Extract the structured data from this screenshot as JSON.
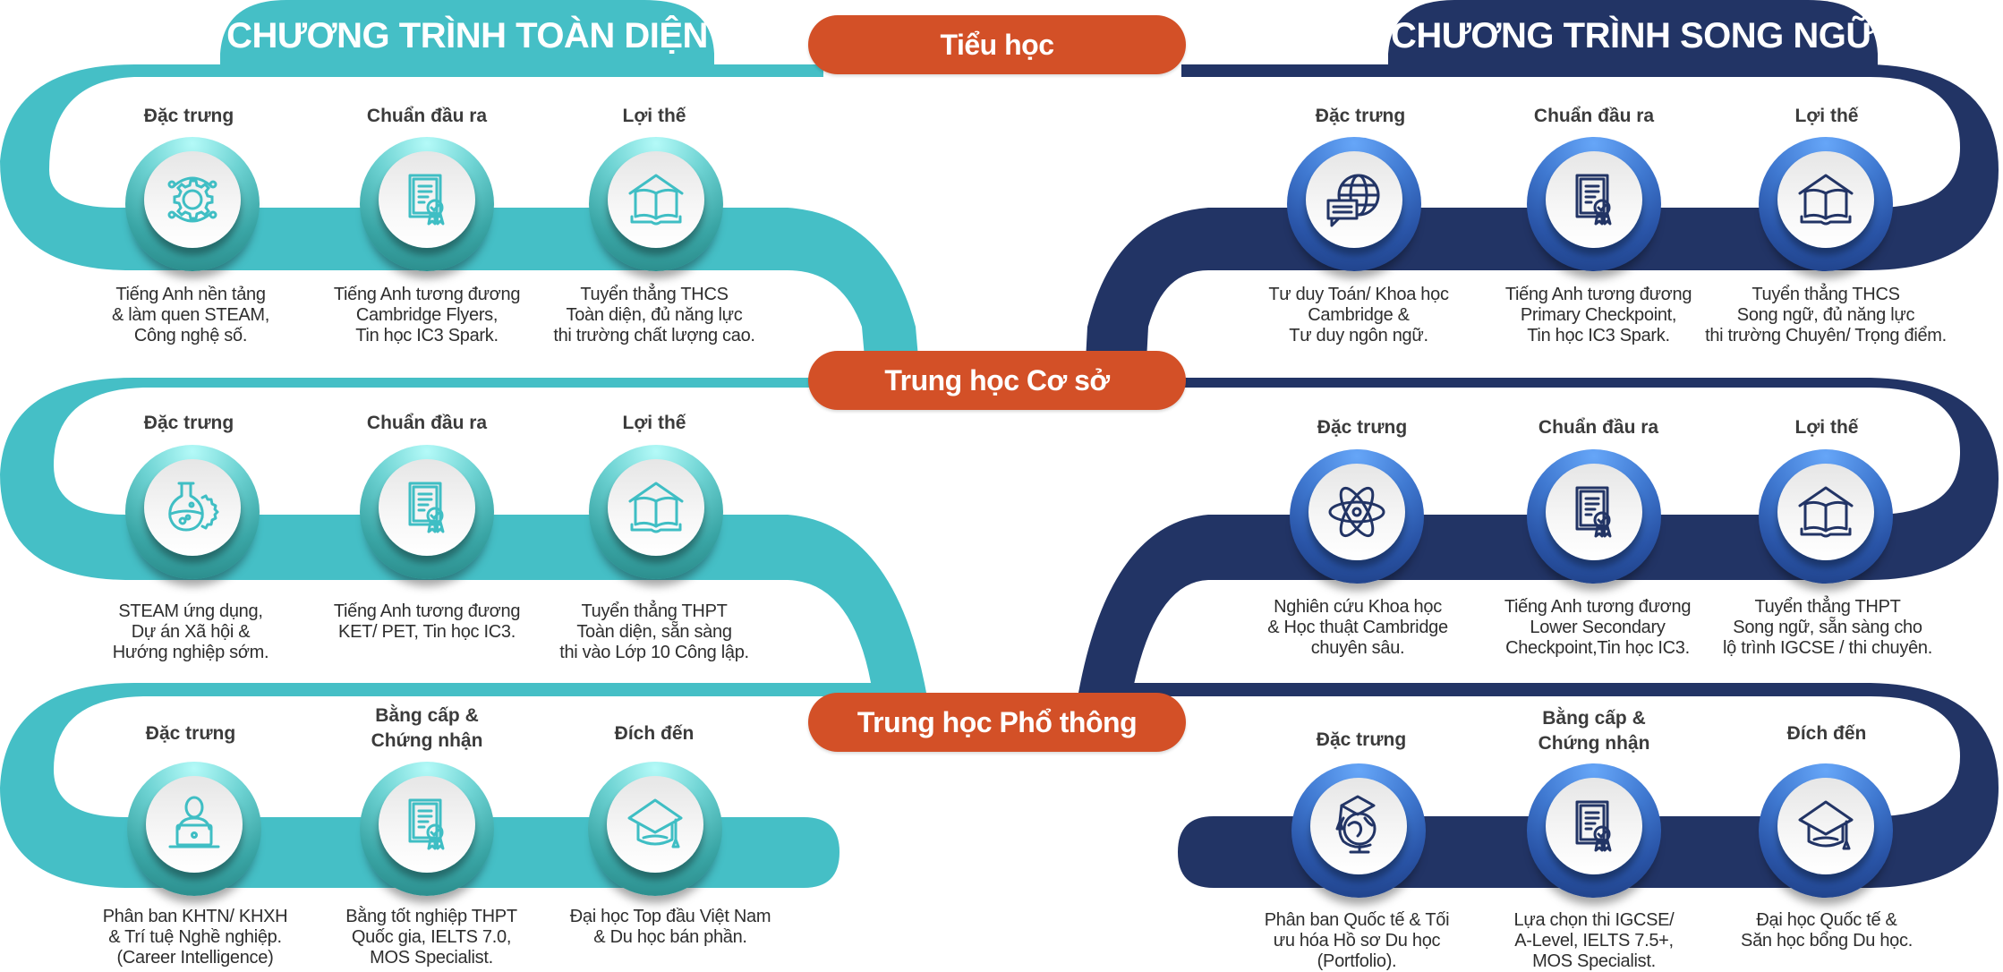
{
  "colors": {
    "teal": "#45BFC6",
    "navy": "#223465",
    "orange": "#D35027",
    "text_dark": "#2E2E2E"
  },
  "programs": {
    "left": {
      "title": "CHƯƠNG TRÌNH TOÀN DIỆN",
      "theme": "teal"
    },
    "right": {
      "title": "CHƯƠNG TRÌNH SONG NGỮ",
      "theme": "navy"
    }
  },
  "levels": [
    {
      "label": "Tiểu học"
    },
    {
      "label": "Trung học Cơ sở"
    },
    {
      "label": "Trung học Phổ thông"
    }
  ],
  "rows": [
    {
      "level": "Tiểu học",
      "left": [
        {
          "heading": "Đặc trưng",
          "icon": "gear-cycle-icon",
          "desc": [
            "Tiếng Anh nền tảng",
            "& làm quen STEAM,",
            "Công nghệ số."
          ]
        },
        {
          "heading": "Chuẩn đầu ra",
          "icon": "certificate-icon",
          "desc": [
            "Tiếng Anh tương đương",
            "Cambridge Flyers,",
            "Tin học IC3 Spark."
          ]
        },
        {
          "heading": "Lợi thế",
          "icon": "book-house-icon",
          "desc": [
            "Tuyển thẳng THCS",
            "Toàn diện, đủ năng lực",
            "thi trường chất lượng cao."
          ]
        }
      ],
      "right": [
        {
          "heading": "Đặc trưng",
          "icon": "globe-chat-icon",
          "desc": [
            "Tư duy Toán/ Khoa học",
            "Cambridge &",
            "Tư duy ngôn ngữ."
          ]
        },
        {
          "heading": "Chuẩn đầu ra",
          "icon": "certificate-icon",
          "desc": [
            "Tiếng Anh tương đương",
            "Primary Checkpoint,",
            "Tin học IC3 Spark."
          ]
        },
        {
          "heading": "Lợi thế",
          "icon": "book-house-icon",
          "desc": [
            "Tuyển thẳng THCS",
            "Song ngữ, đủ năng lực",
            "thi trường Chuyên/ Trọng điểm."
          ]
        }
      ]
    },
    {
      "level": "Trung học Cơ sở",
      "left": [
        {
          "heading": "Đặc trưng",
          "icon": "flask-gear-icon",
          "desc": [
            "STEAM ứng dụng,",
            "Dự án Xã hội &",
            "Hướng nghiệp sớm."
          ]
        },
        {
          "heading": "Chuẩn đầu ra",
          "icon": "certificate-icon",
          "desc": [
            "Tiếng Anh tương đương",
            "KET/ PET, Tin học IC3."
          ]
        },
        {
          "heading": "Lợi thế",
          "icon": "book-house-icon",
          "desc": [
            "Tuyển thẳng THPT",
            "Toàn diện, sẵn sàng",
            "thi vào Lớp 10 Công lập."
          ]
        }
      ],
      "right": [
        {
          "heading": "Đặc trưng",
          "icon": "atom-icon",
          "desc": [
            "Nghiên cứu Khoa học",
            "& Học thuật Cambridge",
            "chuyên sâu."
          ]
        },
        {
          "heading": "Chuẩn đầu ra",
          "icon": "certificate-icon",
          "desc": [
            "Tiếng Anh tương đương",
            "Lower Secondary",
            "Checkpoint,Tin học IC3."
          ]
        },
        {
          "heading": "Lợi thế",
          "icon": "book-house-icon",
          "desc": [
            "Tuyển thẳng THPT",
            "Song ngữ, sẵn sàng cho",
            "lộ trình IGCSE / thi chuyên."
          ]
        }
      ]
    },
    {
      "level": "Trung học Phổ thông",
      "left": [
        {
          "heading": "Đặc trưng",
          "icon": "person-laptop-icon",
          "desc": [
            "Phân ban KHTN/ KHXH",
            "& Trí tuệ Nghề nghiệp.",
            "(Career Intelligence)"
          ]
        },
        {
          "heading": "Bằng cấp & Chứng nhận",
          "heading_lines": [
            "Bằng cấp &",
            "Chứng nhận"
          ],
          "icon": "certificate-icon",
          "desc": [
            "Bằng tốt nghiệp THPT",
            "Quốc gia, IELTS 7.0,",
            "MOS Specialist."
          ]
        },
        {
          "heading": "Đích đến",
          "icon": "graduation-cap-icon",
          "desc": [
            "Đại học Top đầu Việt Nam",
            "& Du học bán phần."
          ]
        }
      ],
      "right": [
        {
          "heading": "Đặc trưng",
          "icon": "globe-grad-cap-icon",
          "desc": [
            "Phân ban Quốc tế & Tối",
            "ưu hóa Hồ sơ Du học",
            "(Portfolio)."
          ]
        },
        {
          "heading": "Bằng cấp & Chứng nhận",
          "heading_lines": [
            "Bằng cấp &",
            "Chứng nhận"
          ],
          "icon": "certificate-icon",
          "desc": [
            "Lựa chọn thi IGCSE/",
            "A-Level, IELTS 7.5+,",
            "MOS Specialist."
          ]
        },
        {
          "heading": "Đích đến",
          "icon": "graduation-cap-icon",
          "desc": [
            "Đại học Quốc tế &",
            "Săn học bổng Du học."
          ]
        }
      ]
    }
  ]
}
